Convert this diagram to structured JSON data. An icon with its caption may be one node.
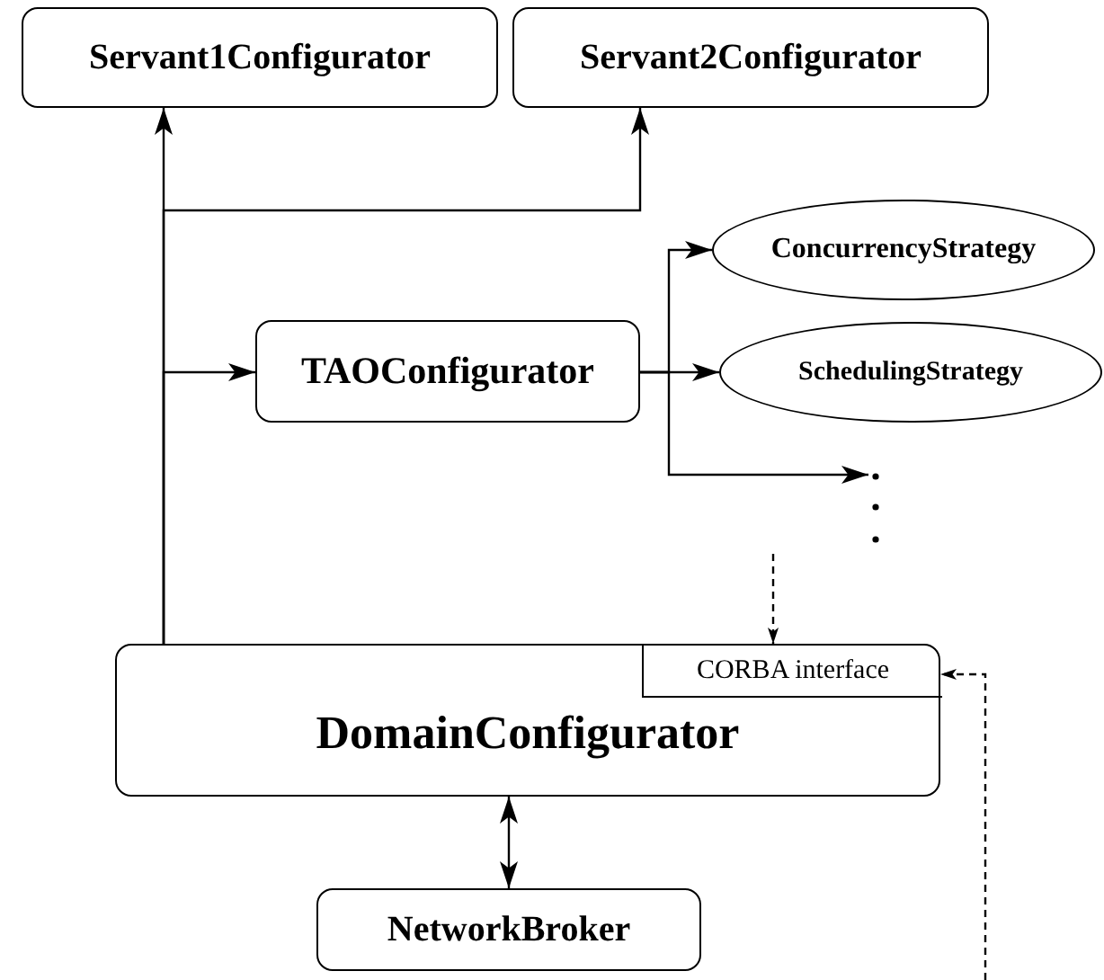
{
  "diagram": {
    "nodes": [
      {
        "text": [
          "Servant1Configurator"
        ]
      },
      {
        "text": [
          "Servant2Configurator"
        ]
      },
      {
        "text": [
          "ConcurrencyStrategy"
        ]
      },
      {
        "text": [
          "TAOConfigurator"
        ]
      },
      {
        "text": [
          "SchedulingStrategy"
        ]
      },
      {
        "text": [
          "DomainConfigurator"
        ]
      },
      {
        "text": [
          "CORBA interface"
        ],
        "in": 5
      },
      {
        "text": [
          "NetworkBroker"
        ]
      }
    ],
    "edges": [
      {
        "from": 5,
        "to": 0,
        "arrow": "to"
      },
      {
        "from": 5,
        "to": 1,
        "arrow": "to"
      },
      {
        "from": 5,
        "to": 3,
        "arrow": "to"
      },
      {
        "from": 3,
        "to": 2,
        "arrow": "to"
      },
      {
        "from": 3,
        "to": 4,
        "arrow": "to"
      },
      {
        "from": 3,
        "to": null,
        "arrow": "to"
      },
      {
        "from": null,
        "to": 6,
        "arrow": "to",
        "style": "dashed"
      },
      {
        "from": null,
        "to": 6,
        "arrow": "to",
        "style": "dashed"
      },
      {
        "from": 5,
        "to": 7,
        "arrow": "both"
      }
    ]
  }
}
